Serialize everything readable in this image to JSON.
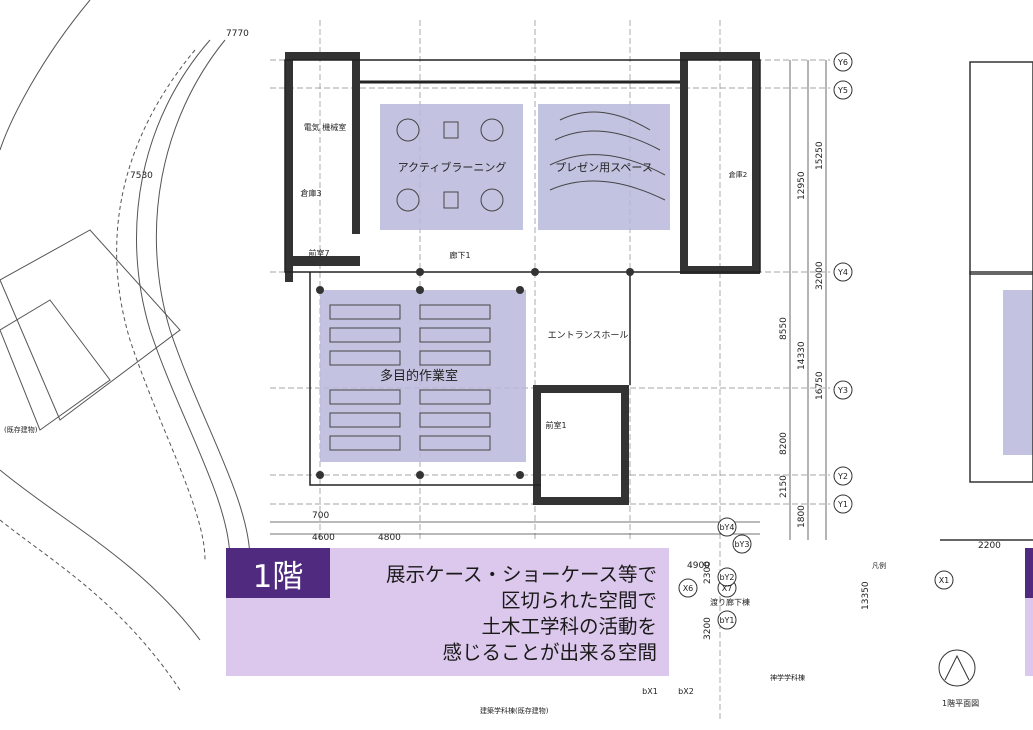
{
  "plan": {
    "grid_labels_y": [
      "Y6",
      "Y5",
      "Y4",
      "Y3",
      "Y2",
      "Y1"
    ],
    "grid_labels_x": [
      "X7",
      "X6",
      "X1",
      "bY4",
      "bY3",
      "bY2",
      "bY1",
      "bX1",
      "bX2"
    ],
    "rooms": {
      "active_learning": "アクティブラーニング",
      "presentation": "プレゼン用スペース",
      "multipurpose": "多目的作業室",
      "entrance_hall": "エントランスホール",
      "corridor": "廊下1",
      "storage": "倉庫3",
      "storage2": "倉庫2",
      "electrical": "電気\n機械室",
      "front_room7": "前室7",
      "front_room1": "前室1",
      "stairs_note": "渡り廊下棟"
    },
    "dimensions": {
      "d7770": "7770",
      "d7530": "7530",
      "d12950": "12950",
      "d15250": "15250",
      "d32000": "32000",
      "d14330": "14330",
      "d16750": "16750",
      "d8550": "8550",
      "d8200": "8200",
      "d2150": "2150",
      "d1800": "1800",
      "d4600": "4600",
      "d4800": "4800",
      "d4900": "4900",
      "d2300": "2300",
      "d2200": "2200",
      "d700": "700",
      "d3200": "3200",
      "d13350": "13350"
    },
    "labels": {
      "existing_building": "(既存建物)",
      "legend_title": "凡例",
      "floor_plan_title": "1階平面図",
      "civil_building": "神学学科棟",
      "building_existing": "建築学科棟(既存建物)"
    }
  },
  "callout": {
    "floor": "1階",
    "lines": [
      "展示ケース・ショーケース等で",
      "区切られた空間で",
      "土木工学科の活動を",
      "感じることが出来る空間"
    ]
  },
  "colors": {
    "floor_tag_bg": "#4f2a7e",
    "callout_bg": "#dcc8ec",
    "highlight_zone": "#b8b8dc"
  }
}
